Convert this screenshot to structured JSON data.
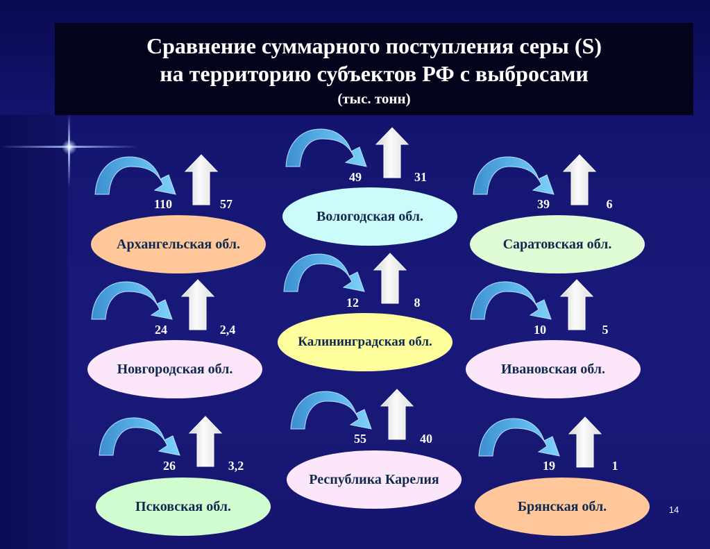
{
  "title": {
    "line1": "Сравнение суммарного поступления серы (S)",
    "line2": "на территорию субъектов РФ с выбросами",
    "units": "(тыс. тонн)"
  },
  "colors": {
    "background": "#16166e",
    "title_box": "#03031c",
    "curved_arrow": "#5ab2ea",
    "up_arrow": "#eeeeee"
  },
  "icons": {
    "curved_arrow": "curved-arrow-icon",
    "up_arrow": "up-arrow-icon"
  },
  "regions": [
    {
      "name": "Архангельская обл.",
      "left_value": "110",
      "right_value": "57",
      "oval_color": "#ffc79a"
    },
    {
      "name": "Вологодская обл.",
      "left_value": "49",
      "right_value": "31",
      "oval_color": "#ccfbfb"
    },
    {
      "name": "Саратовская обл.",
      "left_value": "39",
      "right_value": "6",
      "oval_color": "#e0fcd6"
    },
    {
      "name": "Новгородская обл.",
      "left_value": "24",
      "right_value": "2,4",
      "oval_color": "#fce6fa"
    },
    {
      "name": "Калининградская обл.",
      "left_value": "12",
      "right_value": "8",
      "oval_color": "#fefe9c"
    },
    {
      "name": "Ивановская обл.",
      "left_value": "10",
      "right_value": "5",
      "oval_color": "#fce6fa"
    },
    {
      "name": "Псковская обл.",
      "left_value": "26",
      "right_value": "3,2",
      "oval_color": "#d0fcd0"
    },
    {
      "name": "Республика Карелия",
      "left_value": "55",
      "right_value": "40",
      "oval_color": "#fce6fa"
    },
    {
      "name": "Брянская обл.",
      "left_value": "19",
      "right_value": "1",
      "oval_color": "#ffc79a"
    }
  ],
  "page_number": "14"
}
